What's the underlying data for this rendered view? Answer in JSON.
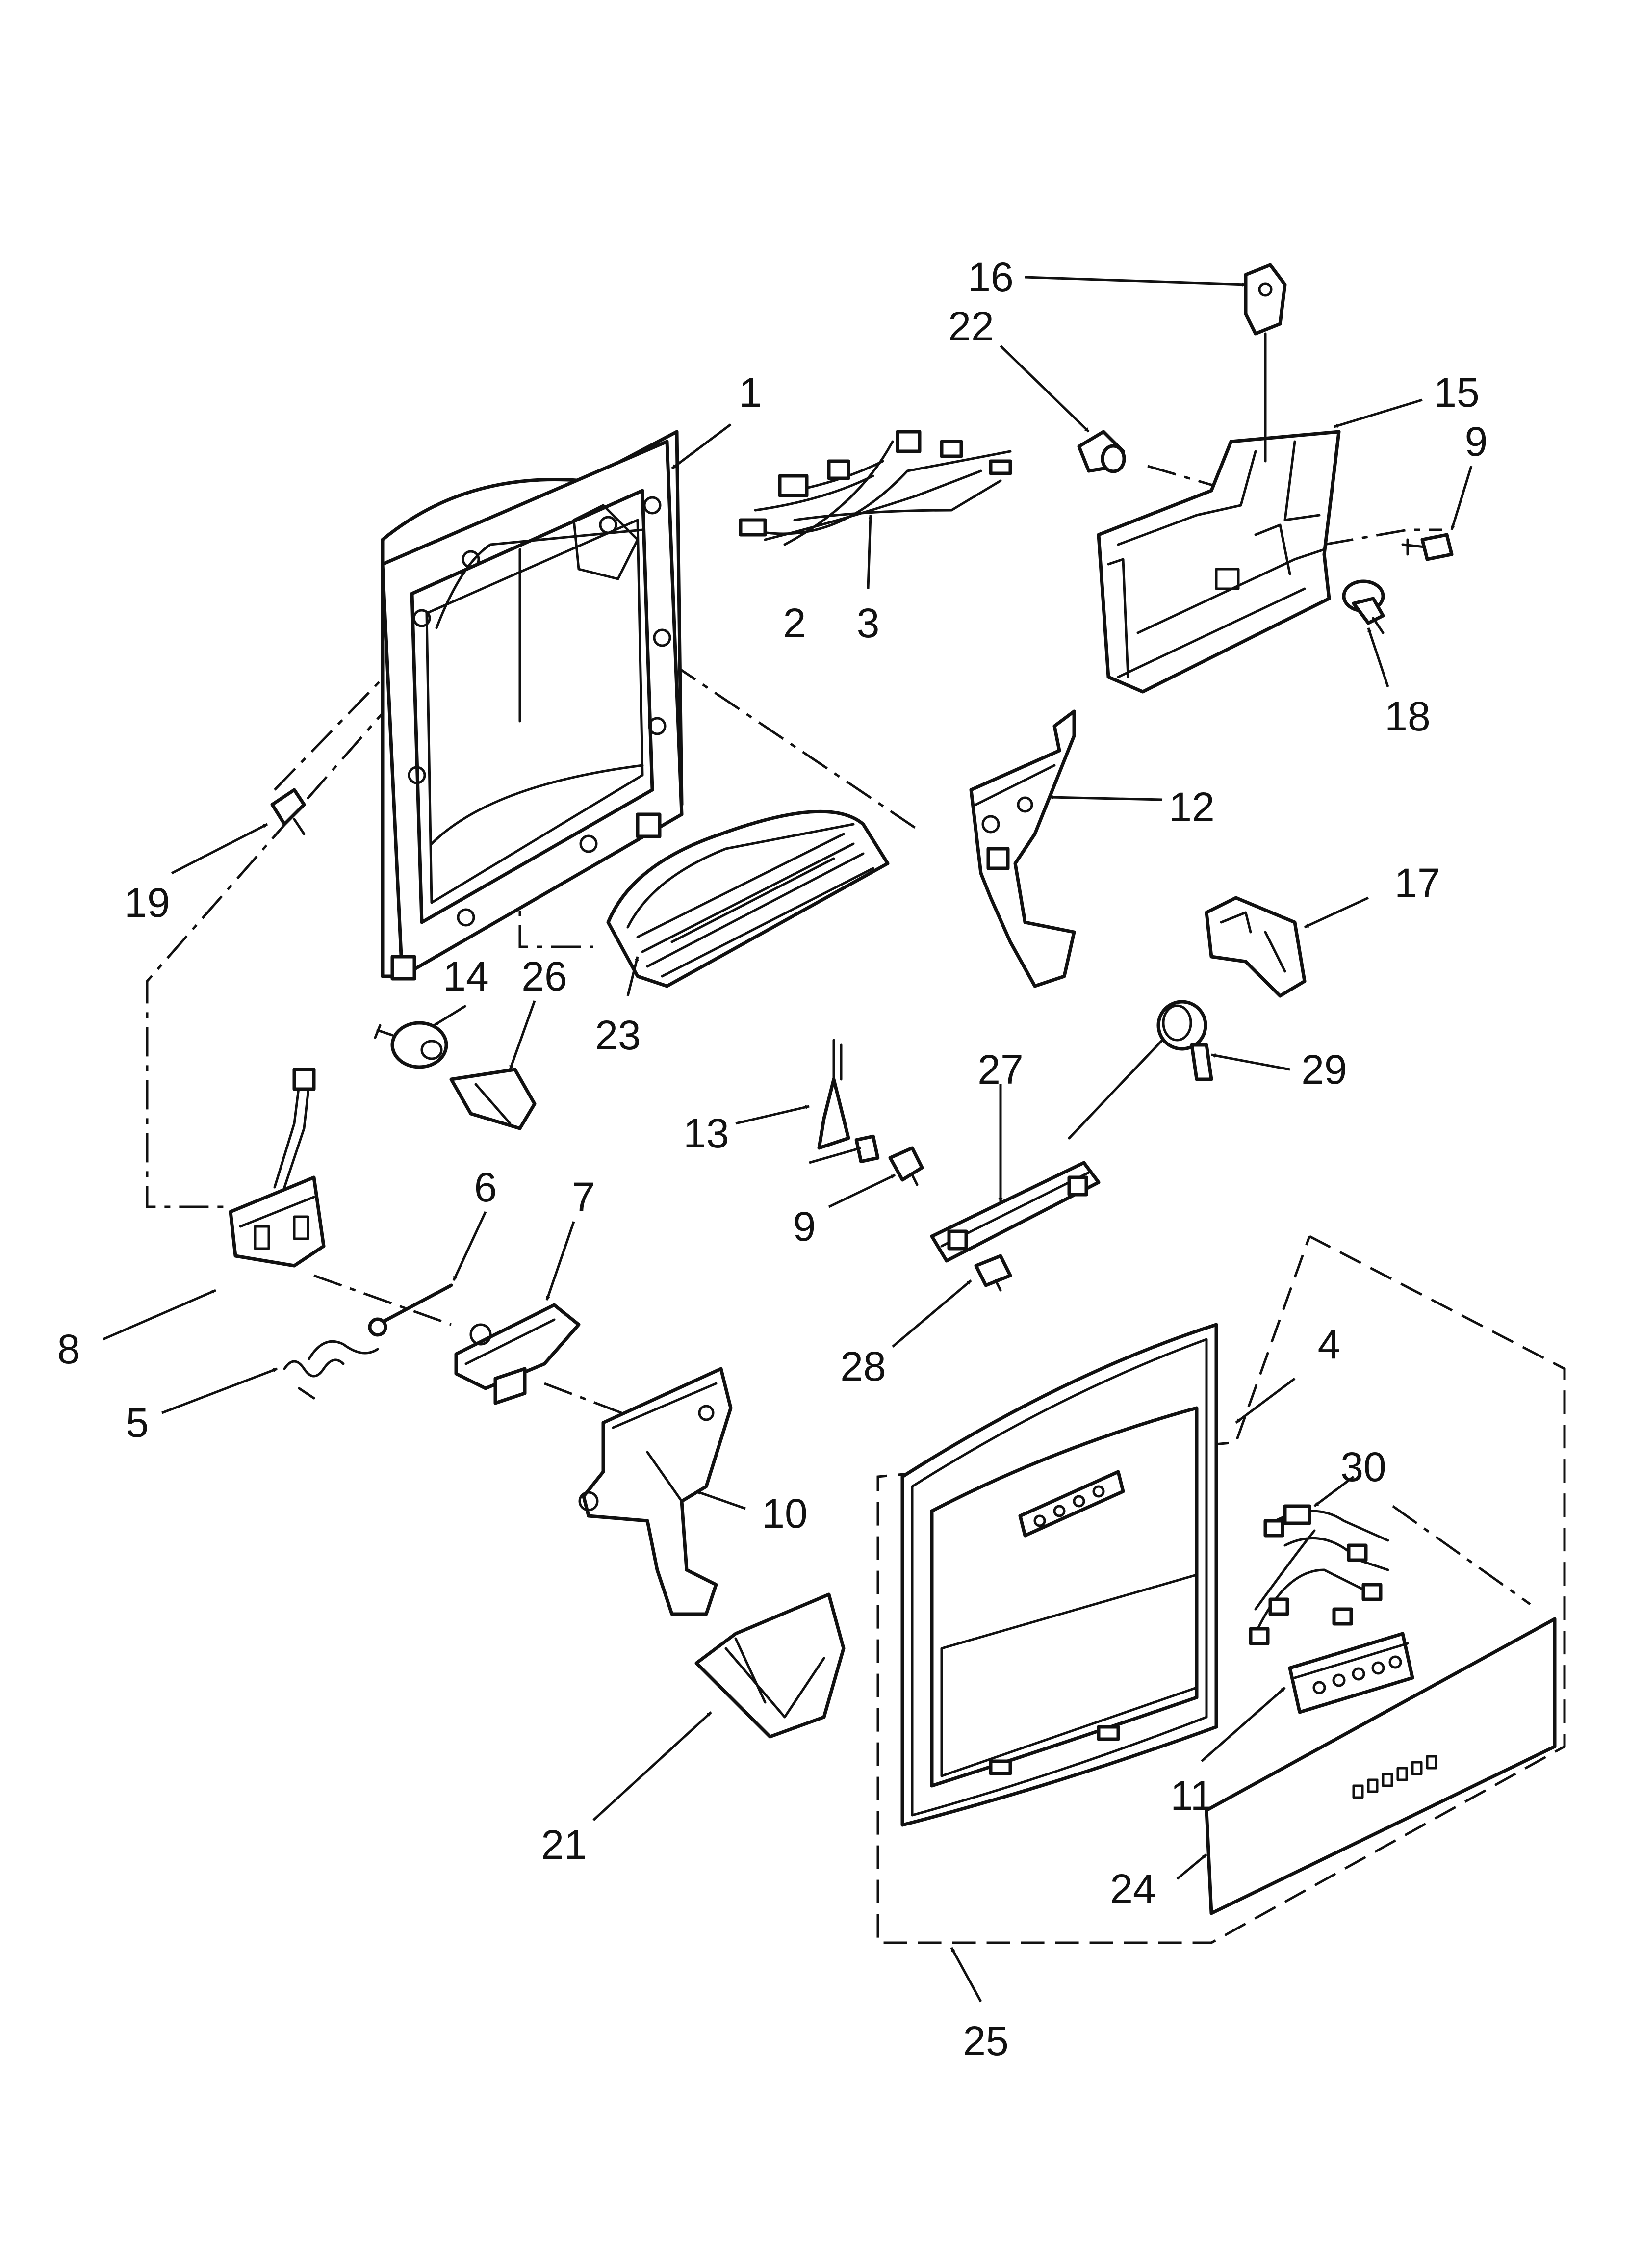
{
  "callouts": {
    "c1": "1",
    "c2": "2",
    "c3": "3",
    "c4": "4",
    "c5": "5",
    "c6": "6",
    "c7": "7",
    "c8": "8",
    "c9a": "9",
    "c9b": "9",
    "c10": "10",
    "c11": "11",
    "c12": "12",
    "c13": "13",
    "c14": "14",
    "c15": "15",
    "c16": "16",
    "c17": "17",
    "c18": "18",
    "c19": "19",
    "c21": "21",
    "c22": "22",
    "c23": "23",
    "c24": "24",
    "c25": "25",
    "c26": "26",
    "c27": "27",
    "c28": "28",
    "c29": "29",
    "c30": "30"
  },
  "colors": {
    "line": "#111111",
    "background": "#ffffff",
    "shade": "#8c8c8c"
  }
}
